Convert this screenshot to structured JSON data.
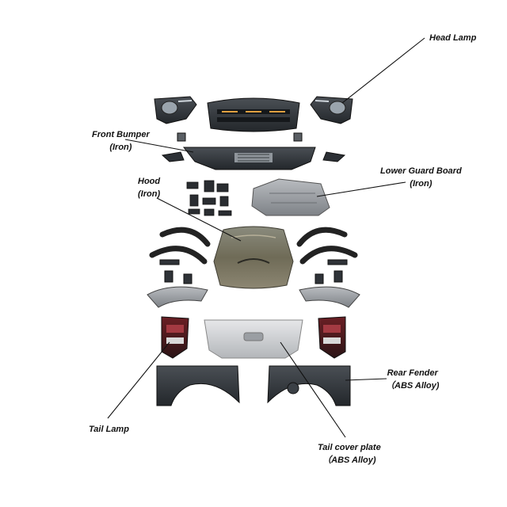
{
  "callouts": {
    "head_lamp": {
      "name": "Head Lamp"
    },
    "front_bumper": {
      "name": "Front Bumper",
      "material": "(Iron)"
    },
    "hood": {
      "name": "Hood",
      "material": "(Iron)"
    },
    "lower_guard_board": {
      "name": "Lower Guard Board",
      "material": "(Iron)"
    },
    "rear_fender": {
      "name": "Rear Fender",
      "material": "（ABS Alloy)"
    },
    "tail_lamp": {
      "name": "Tail Lamp"
    },
    "tail_cover_plate": {
      "name": "Tail cover plate",
      "material": "（ABS Alloy)"
    }
  },
  "colors": {
    "background": "#ffffff",
    "label_text": "#111111",
    "leader_line": "#111111"
  }
}
